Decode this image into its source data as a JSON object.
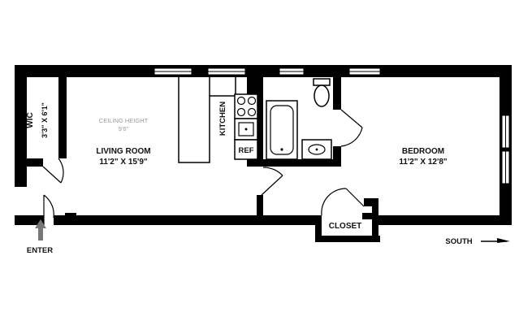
{
  "rooms": {
    "wic": {
      "name": "WIC",
      "dims": "3'3\" X 6'1\""
    },
    "living": {
      "name": "LIVING ROOM",
      "dims": "11'2\" X 15'9\"",
      "ceiling_label": "CEILING HEIGHT",
      "ceiling_value": "9'6\""
    },
    "kitchen": {
      "name": "KITCHEN"
    },
    "ref": {
      "name": "REF"
    },
    "bedroom": {
      "name": "BEDROOM",
      "dims": "11'2\" X 12'8\""
    },
    "closet": {
      "name": "CLOSET"
    }
  },
  "entry": {
    "label": "ENTER"
  },
  "compass": {
    "label": "SOUTH"
  }
}
